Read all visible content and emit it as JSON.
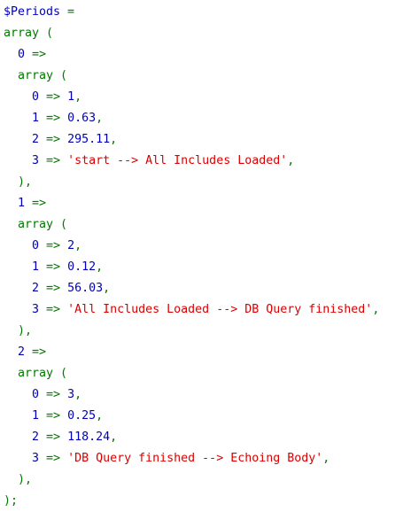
{
  "variable": "$Periods",
  "tokens": {
    "assign": " =",
    "array_open": "array (",
    "arrow": " =>",
    "arrow_sp": " => ",
    "comma": ",",
    "close_inner": "),",
    "close_outer": ");"
  },
  "entries": [
    {
      "key": "0",
      "items": [
        {
          "k": "0",
          "v": "1",
          "type": "num"
        },
        {
          "k": "1",
          "v": "0.63",
          "type": "num"
        },
        {
          "k": "2",
          "v": "295.11",
          "type": "num"
        },
        {
          "k": "3",
          "v": "'start --> All Includes Loaded'",
          "type": "str"
        }
      ]
    },
    {
      "key": "1",
      "items": [
        {
          "k": "0",
          "v": "2",
          "type": "num"
        },
        {
          "k": "1",
          "v": "0.12",
          "type": "num"
        },
        {
          "k": "2",
          "v": "56.03",
          "type": "num"
        },
        {
          "k": "3",
          "v": "'All Includes Loaded --> DB Query finished'",
          "type": "str"
        }
      ]
    },
    {
      "key": "2",
      "items": [
        {
          "k": "0",
          "v": "3",
          "type": "num"
        },
        {
          "k": "1",
          "v": "0.25",
          "type": "num"
        },
        {
          "k": "2",
          "v": "118.24",
          "type": "num"
        },
        {
          "k": "3",
          "v": "'DB Query finished --> Echoing Body'",
          "type": "str"
        }
      ]
    }
  ],
  "colors": {
    "keyword": "#007700",
    "variable": "#0000bb",
    "number": "#0000bb",
    "string": "#dd0000"
  }
}
